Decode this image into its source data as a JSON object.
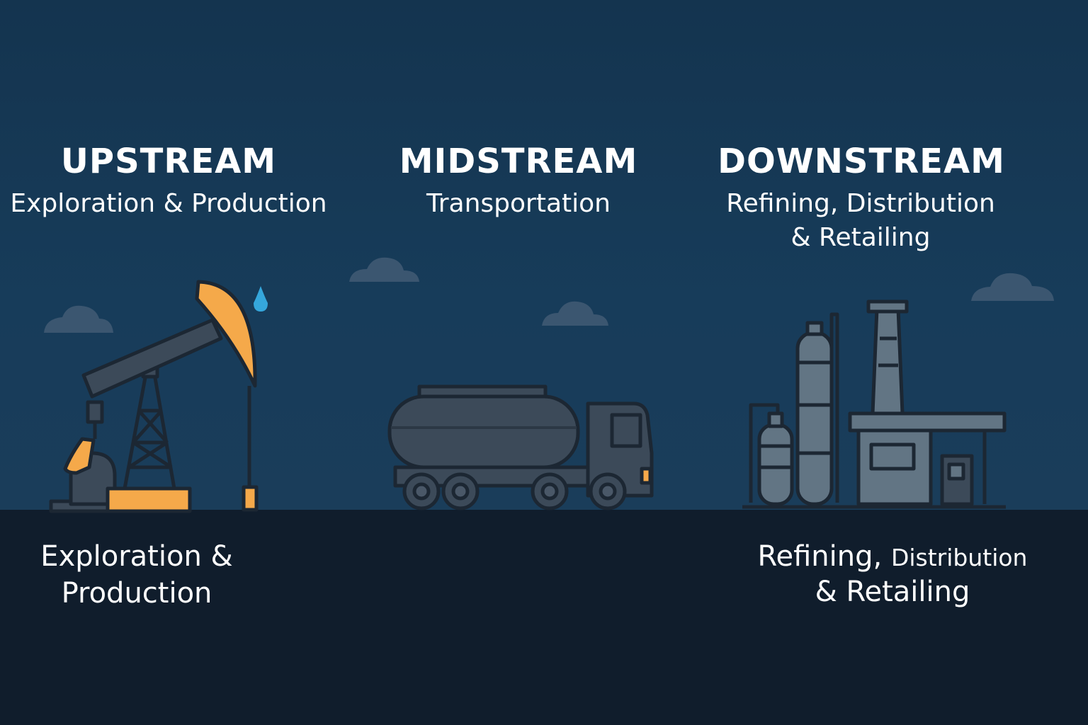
{
  "sections": [
    {
      "title": "UPSTREAM",
      "subtitle": "Exploration & Production",
      "icon": "oil-pumpjack-icon"
    },
    {
      "title": "MIDSTREAM",
      "subtitle": "Transportation",
      "icon": "tanker-truck-icon"
    },
    {
      "title": "DOWNSTREAM",
      "subtitle_line1": "Refining, Distribution",
      "subtitle_line2": "& Retailing",
      "icon": "refinery-station-icon"
    }
  ],
  "ground_labels": {
    "left_line1": "Exploration &",
    "left_line2": "Production",
    "right_line1_a": "Refining,",
    "right_line1_b": "Distribution",
    "right_line2": "& Retailing"
  },
  "colors": {
    "sky": "#173c5a",
    "ground": "#101d2c",
    "accent_orange": "#f5a94a",
    "oil_drop": "#35a7dc",
    "machine_gray": "#3c4a59",
    "outline": "#1c2733"
  }
}
